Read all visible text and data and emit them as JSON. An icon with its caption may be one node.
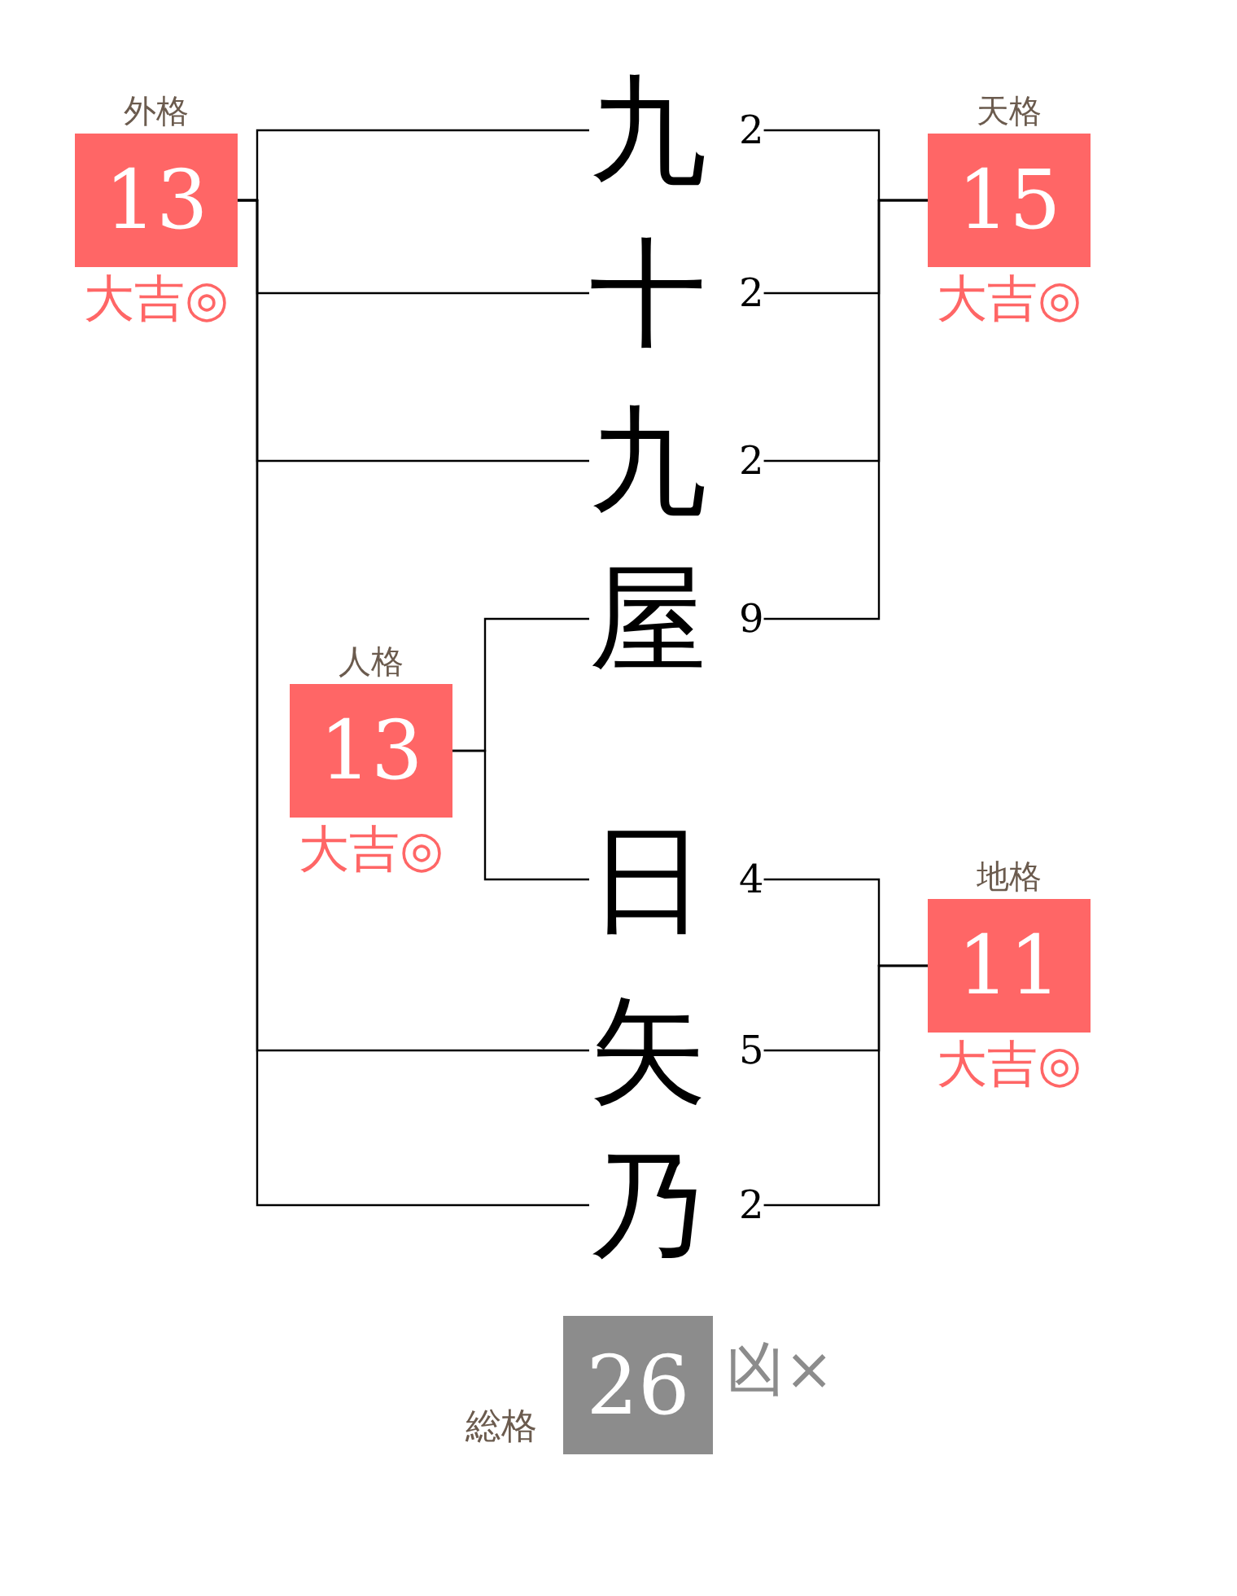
{
  "diagram": {
    "nodes": [
      {
        "text": [
          "外格",
          "13"
        ],
        "beside": [
          "大吉◎"
        ]
      },
      {
        "text": [
          "九"
        ],
        "beside": [
          "2"
        ]
      },
      {
        "text": [
          "天格",
          "15"
        ],
        "beside": [
          "大吉◎"
        ]
      },
      {
        "text": [
          "十"
        ],
        "beside": [
          "2"
        ]
      },
      {
        "text": [
          "九"
        ],
        "beside": [
          "2"
        ]
      },
      {
        "text": [
          "屋"
        ],
        "beside": [
          "9"
        ]
      },
      {
        "text": [
          "人格",
          "13"
        ],
        "beside": [
          "大吉◎"
        ]
      },
      {
        "text": [
          "日"
        ],
        "beside": [
          "4"
        ]
      },
      {
        "text": [
          "地格",
          "11"
        ],
        "beside": [
          "大吉◎"
        ]
      },
      {
        "text": [
          "矢"
        ],
        "beside": [
          "5"
        ]
      },
      {
        "text": [
          "乃"
        ],
        "beside": [
          "2"
        ]
      },
      {
        "text": [
          "総格",
          "26"
        ],
        "beside": [
          "凶×"
        ]
      }
    ],
    "edges": [
      {
        "from": 1,
        "to": 0,
        "arrow": "none"
      },
      {
        "from": 3,
        "to": 0,
        "arrow": "none"
      },
      {
        "from": 4,
        "to": 0,
        "arrow": "none"
      },
      {
        "from": 9,
        "to": 0,
        "arrow": "none"
      },
      {
        "from": 10,
        "to": 0,
        "arrow": "none"
      },
      {
        "from": 1,
        "to": 2,
        "arrow": "none"
      },
      {
        "from": 3,
        "to": 2,
        "arrow": "none"
      },
      {
        "from": 4,
        "to": 2,
        "arrow": "none"
      },
      {
        "from": 5,
        "to": 2,
        "arrow": "none"
      },
      {
        "from": 5,
        "to": 6,
        "arrow": "none"
      },
      {
        "from": 7,
        "to": 6,
        "arrow": "none"
      },
      {
        "from": 7,
        "to": 8,
        "arrow": "none"
      },
      {
        "from": 9,
        "to": 8,
        "arrow": "none"
      },
      {
        "from": 10,
        "to": 8,
        "arrow": "none"
      }
    ]
  }
}
